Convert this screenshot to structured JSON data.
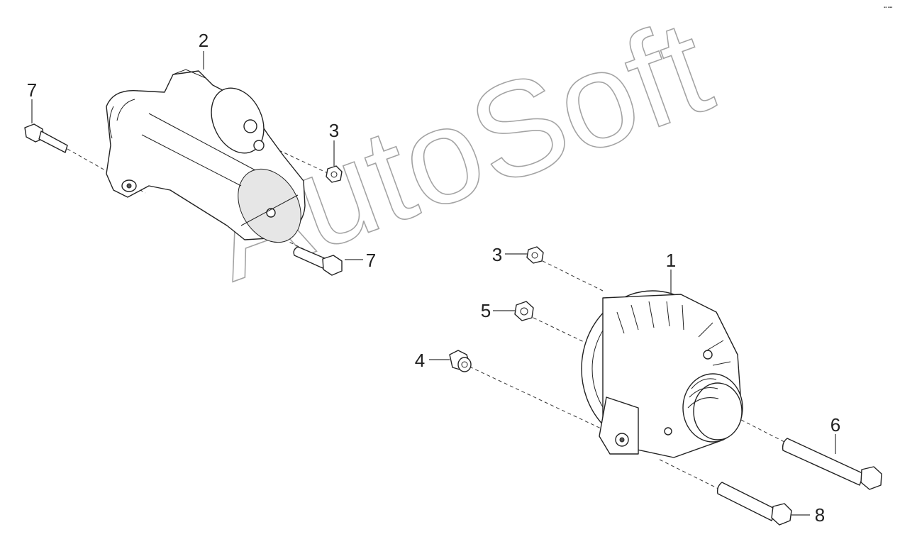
{
  "diagram": {
    "callouts": [
      "1",
      "2",
      "3",
      "3",
      "4",
      "5",
      "6",
      "7",
      "7",
      "8"
    ],
    "watermark": "AutoSoft",
    "corner_mark": "▪▪ ▪▪▪"
  }
}
